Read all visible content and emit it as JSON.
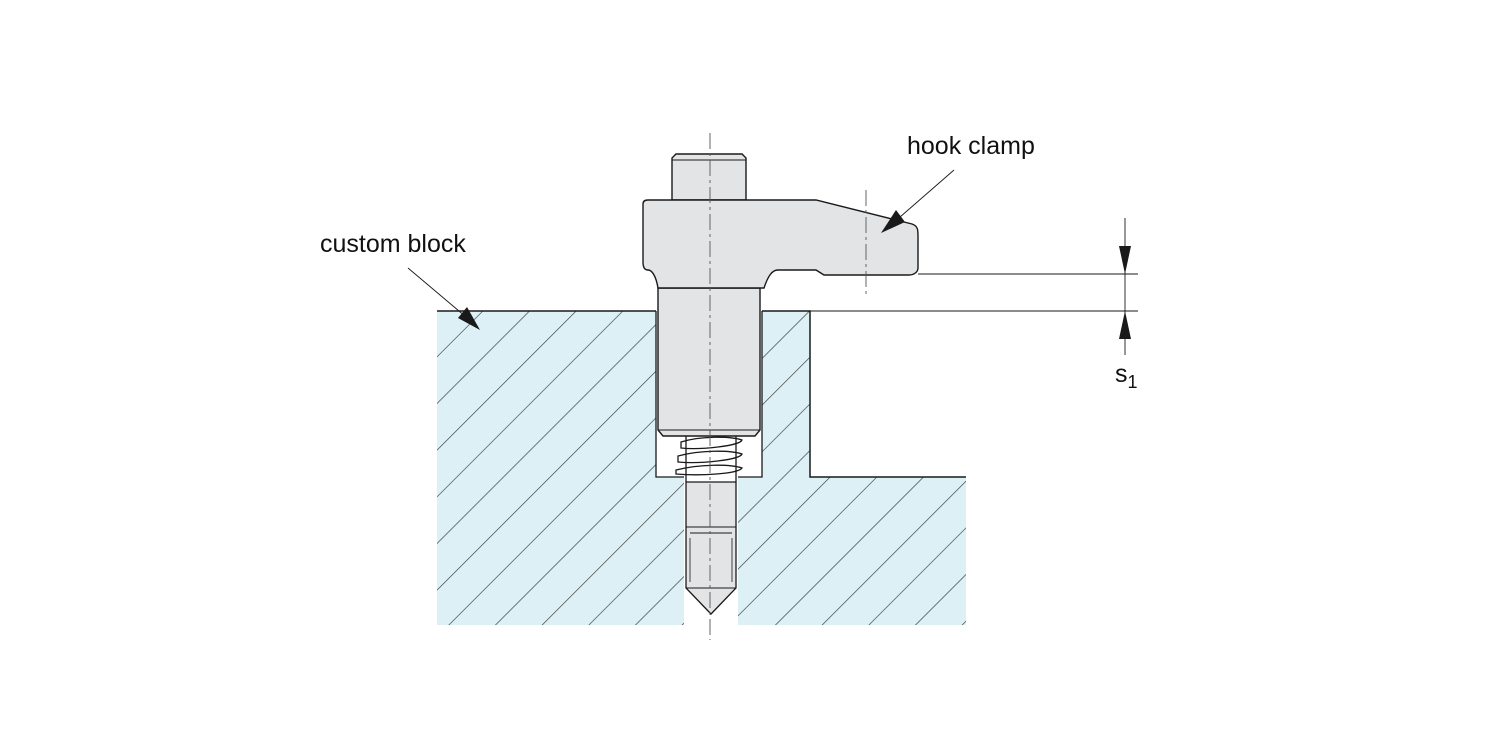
{
  "labels": {
    "custom_block": "custom block",
    "hook_clamp": "hook clamp",
    "dimension_symbol": "s",
    "dimension_subscript": "1"
  },
  "colors": {
    "block_fill": "#dcf0f5",
    "part_fill": "#e3e4e5",
    "outline": "#1a1a1a",
    "hatch": "#2a2a2a",
    "center_line": "#555555"
  }
}
